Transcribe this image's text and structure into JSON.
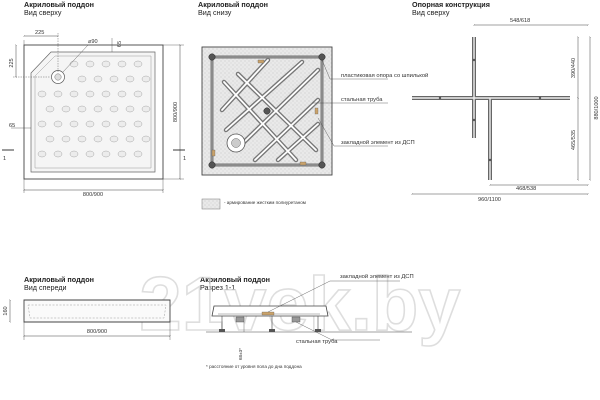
{
  "titles": {
    "top_view": {
      "title": "Акриловый поддон",
      "subtitle": "Вид сверху"
    },
    "bottom_view": {
      "title": "Акриловый поддон",
      "subtitle": "Вид снизу"
    },
    "frame": {
      "title": "Опорная конструкция",
      "subtitle": "Вид сверху"
    },
    "front_view": {
      "title": "Акриловый поддон",
      "subtitle": "Вид спереди"
    },
    "section": {
      "title": "Акриловый поддон",
      "subtitle": "Разрез 1-1"
    }
  },
  "dims": {
    "d225_top": "225",
    "d225_side": "225",
    "d90": "⌀90",
    "d65_top": "65",
    "d65_side": "65",
    "d800_900_width": "800/900",
    "d800_900_height": "800/900",
    "section_mark_left": "1",
    "section_mark_right": "1",
    "frame_548_618": "548/618",
    "frame_390_440": "390/440",
    "frame_880_1000": "880/1000",
    "frame_465_535": "465/535",
    "frame_468_538": "468/538",
    "frame_960_1100": "960/1100",
    "front_160": "160",
    "front_800_900": "800/900",
    "section_ht": "68±3*"
  },
  "callouts": {
    "support": "пластиковая опора со шпилькой",
    "pipe": "стальная труба",
    "chipboard": "закладной элемент из ДСП",
    "legend": "- армирование жестким полиуретаном",
    "sec_chipboard": "закладной элемент из ДСП",
    "sec_pipe": "стальная труба",
    "footnote": "* расстояние от уровня пола до дна поддона"
  },
  "watermark": "21vek.by"
}
